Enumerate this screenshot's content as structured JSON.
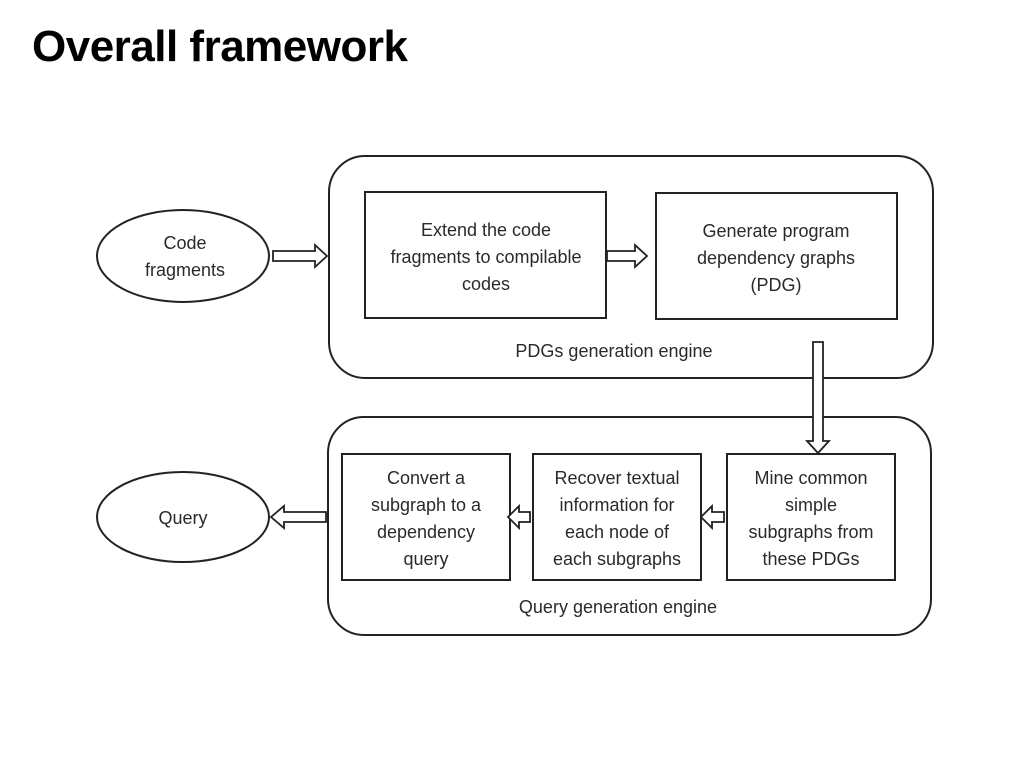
{
  "title": "Overall framework",
  "diagram": {
    "inputs": {
      "code_fragments": [
        "Code",
        "fragments"
      ],
      "query": [
        "Query"
      ]
    },
    "engines": {
      "pdg": {
        "label": "PDGs generation engine",
        "steps": [
          [
            "Extend the code",
            "fragments to compilable",
            "codes"
          ],
          [
            "Generate program",
            "dependency graphs",
            "(PDG)"
          ]
        ]
      },
      "query": {
        "label": "Query generation engine",
        "steps": [
          [
            "Mine common",
            "simple",
            "subgraphs from",
            "these PDGs"
          ],
          [
            "Recover textual",
            "information for",
            "each node of",
            "each subgraphs"
          ],
          [
            "Convert a",
            "subgraph to a",
            "dependency",
            "query"
          ]
        ]
      }
    }
  }
}
